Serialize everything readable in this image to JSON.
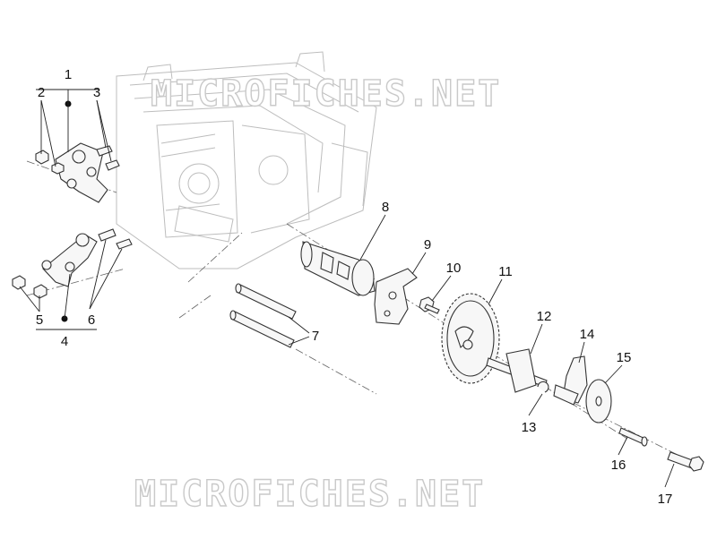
{
  "watermark": {
    "top": "MICROFICHES.NET",
    "bottom": "MICROFICHES.NET"
  },
  "callouts": {
    "c1": "1",
    "c2": "2",
    "c3": "3",
    "c4": "4",
    "c5": "5",
    "c6": "6",
    "c7": "7",
    "c8": "8",
    "c9": "9",
    "c10": "10",
    "c11": "11",
    "c12": "12",
    "c13": "13",
    "c14": "14",
    "c15": "15",
    "c16": "16",
    "c17": "17"
  }
}
